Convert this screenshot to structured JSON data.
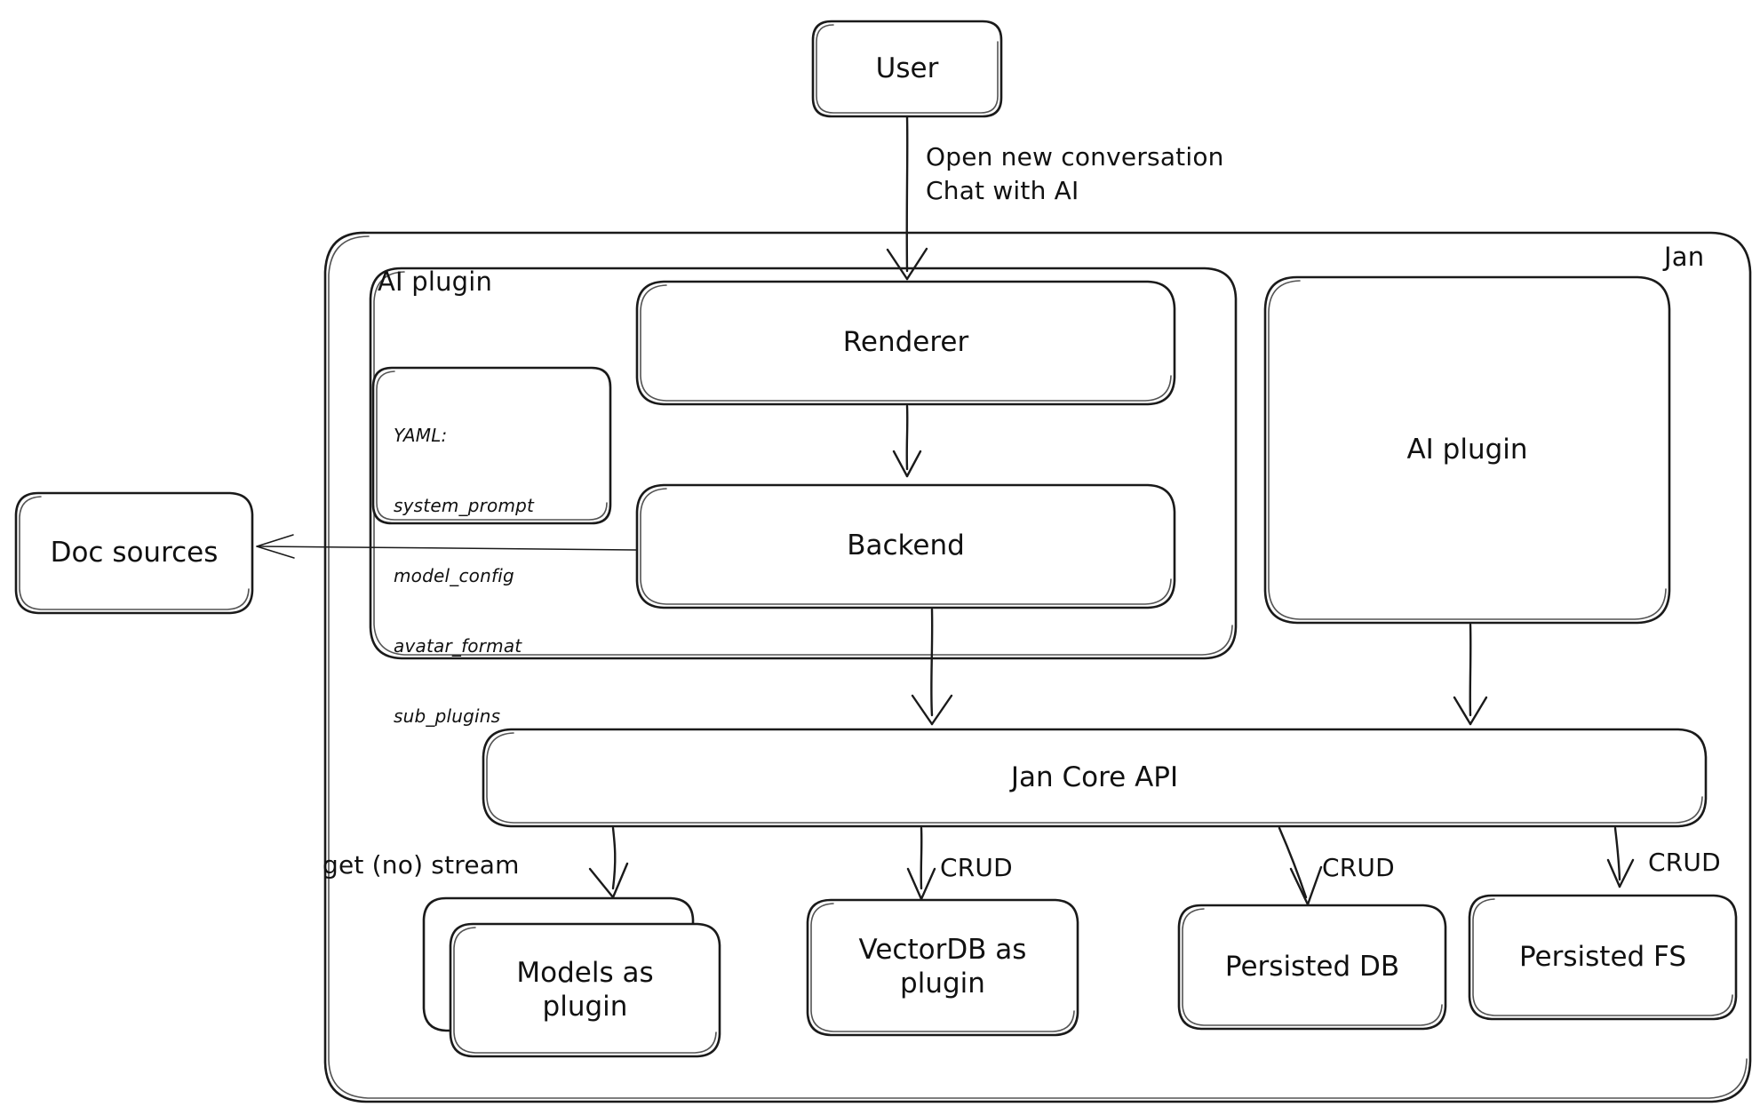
{
  "diagram": {
    "title": "Jan architecture sketch",
    "style": "hand-drawn excalidraw",
    "stroke_color": "#1a1a1a",
    "background_color": "#ffffff"
  },
  "containers": {
    "jan": {
      "label": "Jan"
    },
    "ai_plugin_group": {
      "label": "AI plugin"
    }
  },
  "nodes": {
    "user": {
      "label": "User"
    },
    "renderer": {
      "label": "Renderer"
    },
    "backend": {
      "label": "Backend"
    },
    "ai_plugin": {
      "label": "AI plugin"
    },
    "doc_sources": {
      "label": "Doc sources"
    },
    "jan_core_api": {
      "label": "Jan Core API"
    },
    "models_as_plugin": {
      "label": "Models as\nplugin"
    },
    "vectordb_as_plugin": {
      "label": "VectorDB as\nplugin"
    },
    "persisted_db": {
      "label": "Persisted DB"
    },
    "persisted_fs": {
      "label": "Persisted FS"
    }
  },
  "yaml_note": {
    "lines": [
      "YAML:",
      "system_prompt",
      "model_config",
      "avatar_format",
      "sub_plugins"
    ]
  },
  "edge_labels": {
    "user_to_renderer": "Open new conversation\nChat with AI",
    "core_to_models": "get (no) stream",
    "core_to_vectordb": "CRUD",
    "core_to_persisted_db": "CRUD",
    "core_to_persisted_fs": "CRUD"
  }
}
